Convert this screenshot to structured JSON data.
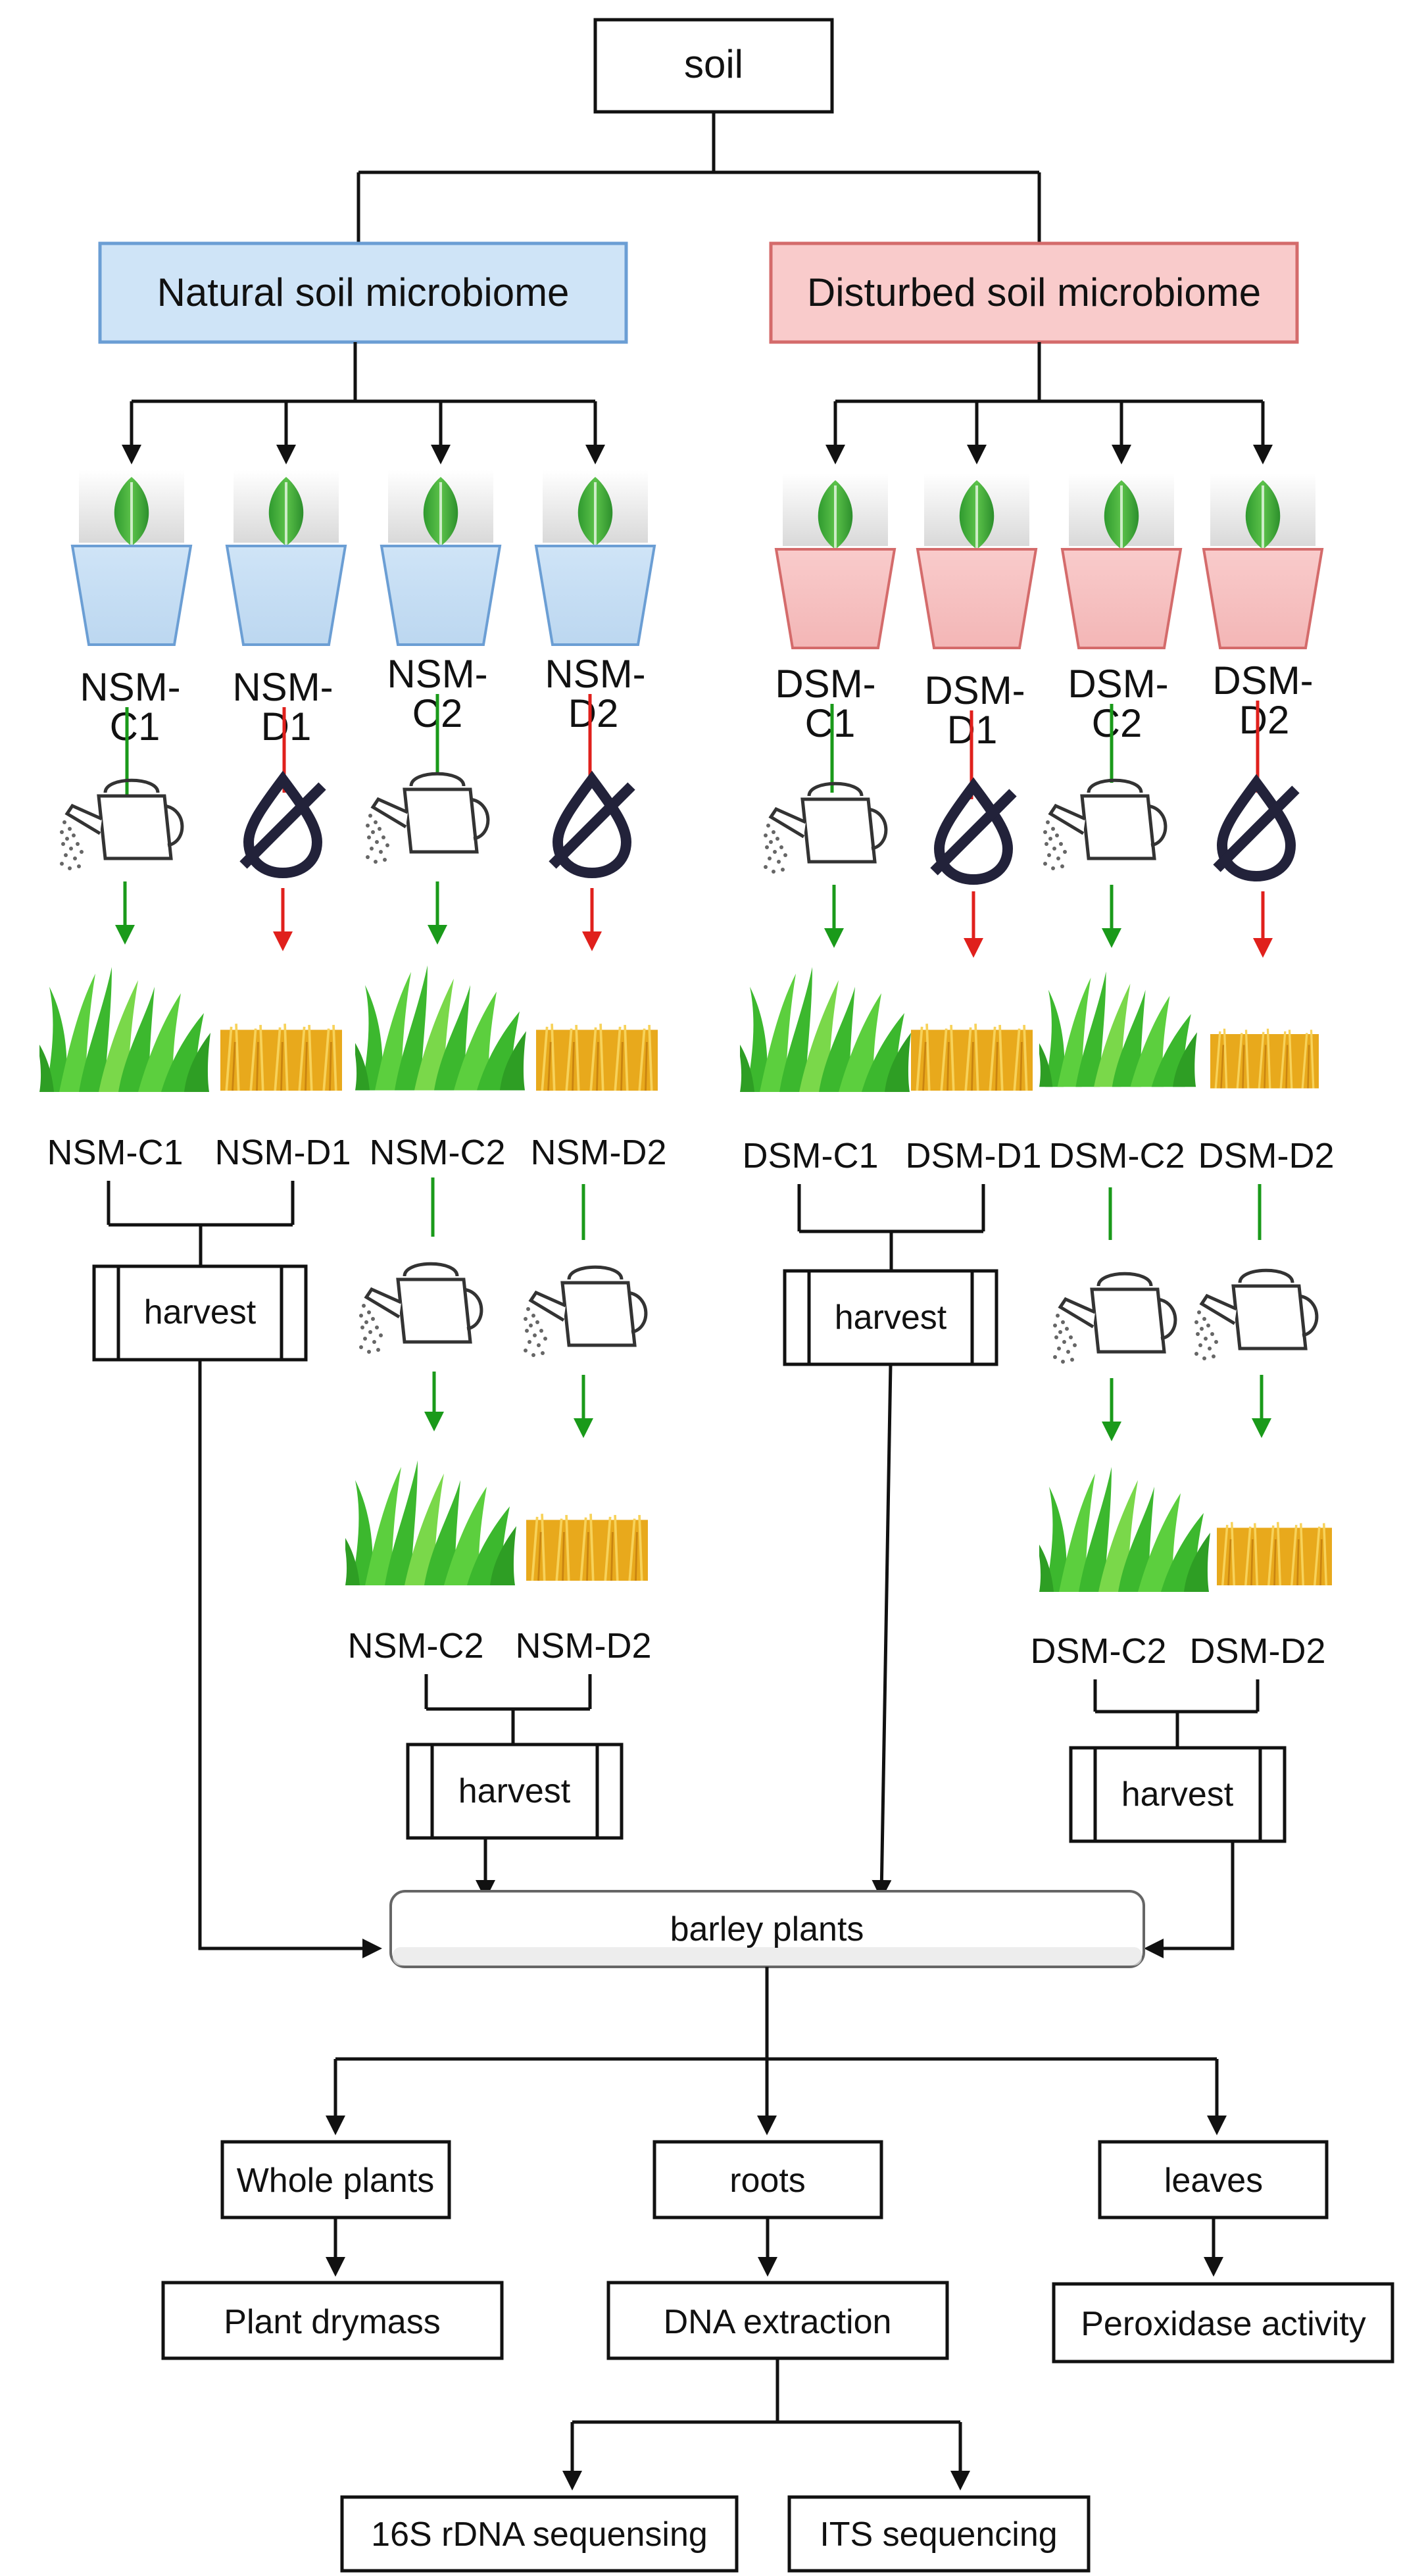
{
  "title": "soil",
  "groups": {
    "natural": {
      "label": "Natural soil microbiome",
      "fill": "#cfe4f7",
      "stroke": "#6b9ed4"
    },
    "disturbed": {
      "label": "Disturbed soil microbiome",
      "fill": "#f9cbcb",
      "stroke": "#d46b6b"
    }
  },
  "pots_natural": [
    {
      "line1": "NSM-",
      "line2": "C1",
      "watering": "watering-can",
      "fate": "green-grass"
    },
    {
      "line1": "NSM-",
      "line2": "D1",
      "watering": "no-water",
      "fate": "dry-grass"
    },
    {
      "line1": "NSM-",
      "line2": "C2",
      "watering": "watering-can",
      "fate": "green-grass"
    },
    {
      "line1": "NSM-",
      "line2": "D2",
      "watering": "no-water",
      "fate": "dry-grass"
    }
  ],
  "pots_disturbed": [
    {
      "line1": "DSM-",
      "line2": "C1",
      "watering": "watering-can",
      "fate": "green-grass"
    },
    {
      "line1": "DSM-",
      "line2": "D1",
      "watering": "no-water",
      "fate": "dry-grass"
    },
    {
      "line1": "DSM-",
      "line2": "C2",
      "watering": "watering-can",
      "fate": "green-grass"
    },
    {
      "line1": "DSM-",
      "line2": "D2",
      "watering": "no-water",
      "fate": "dry-grass"
    }
  ],
  "grass_labels_natural": [
    "NSM-C1",
    "NSM-D1",
    "NSM-C2",
    "NSM-D2"
  ],
  "grass_labels_disturbed": [
    "DSM-C1",
    "DSM-D1",
    "DSM-C2",
    "DSM-D2"
  ],
  "second_round_natural": [
    "NSM-C2",
    "NSM-D2"
  ],
  "second_round_disturbed": [
    "DSM-C2",
    "DSM-D2"
  ],
  "harvest": "harvest",
  "barley": "barley plants",
  "analyses": {
    "whole_plants": "Whole plants",
    "roots": "roots",
    "leaves": "leaves",
    "drymass": "Plant drymass",
    "dna": "DNA extraction",
    "peroxidase": "Peroxidase activity",
    "seq16s": "16S rDNA sequensing",
    "its": "ITS sequencing"
  },
  "colors": {
    "control_arrow": "#1a9a1a",
    "drought_arrow": "#e0201c",
    "grass_green": "#3cb82e",
    "grass_dry": "#e8a91c",
    "leaf_green": "#3aa63a"
  }
}
